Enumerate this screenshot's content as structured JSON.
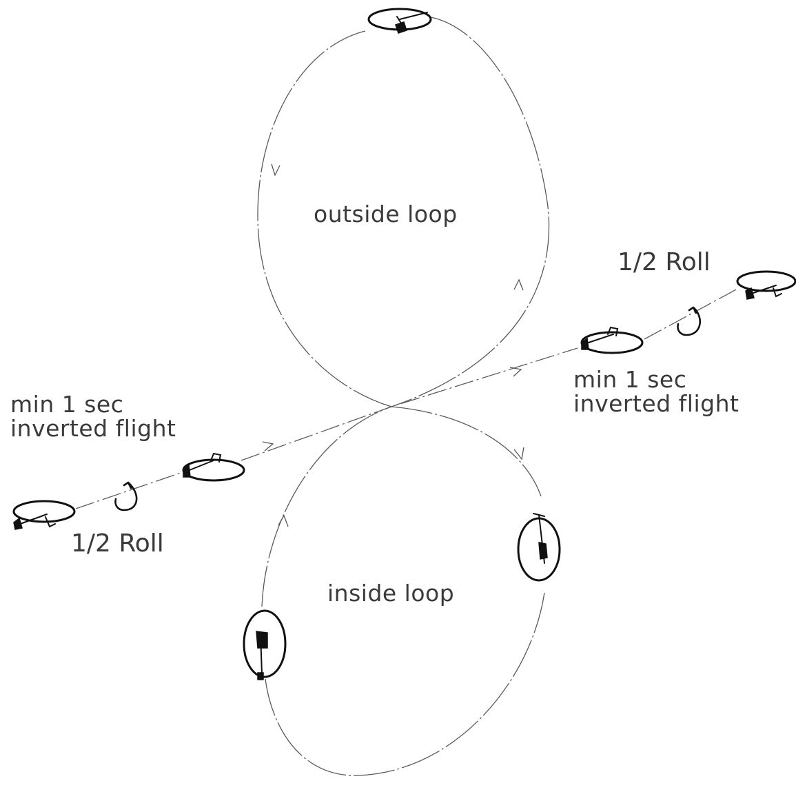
{
  "labels": {
    "outside_loop": "outside loop",
    "inside_loop": "inside loop",
    "roll_right": "1/2 Roll",
    "roll_left": "1/2 Roll",
    "inverted_right_line1": "min 1 sec",
    "inverted_right_line2": "inverted flight",
    "inverted_left_line1": "min 1 sec",
    "inverted_left_line2": "inverted flight"
  },
  "colors": {
    "text": "#3a3a3a",
    "path": "#5a5a5a",
    "helicopter": "#111111"
  },
  "icons": {
    "helicopter": "helicopter-icon",
    "roll": "roll-arrow-icon",
    "direction": "direction-arrowhead"
  }
}
